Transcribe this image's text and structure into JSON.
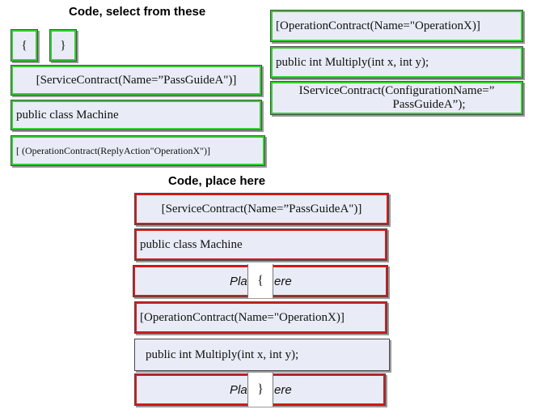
{
  "source_section": {
    "heading": "Code, select from these",
    "items": {
      "open_brace": "{",
      "close_brace": "}",
      "service_contract": "[ServiceContract(Name=”PassGuideA\")]",
      "public_class": "public class Machine",
      "operation_reply": "[ (OperationContract(ReplyAction\"OperationX\")]",
      "operation_contract": "[OperationContract(Name=\"OperationX)]",
      "multiply": "public int Multiply(int x, int y);",
      "iservice_line1": "IServiceContract(ConfigurationName=”",
      "iservice_line2": "PassGuideA”);"
    }
  },
  "target_section": {
    "heading": "Code, place here",
    "slots": {
      "service_contract": "[ServiceContract(Name=”PassGuideA\")]",
      "public_class": "public class Machine",
      "placeholder_1_left": "Pla",
      "placeholder_1_brace": "{",
      "placeholder_1_right": "ere",
      "operation_contract": "[OperationContract(Name=\"OperationX)]",
      "multiply": "public int Multiply(int x, int y);",
      "placeholder_2_left": "Pla",
      "placeholder_2_brace": "}",
      "placeholder_2_right": "ere"
    }
  },
  "colors": {
    "source_outline": "#2fd12f",
    "target_outline": "#d41a1a",
    "box_fill": "#e9ecf6"
  }
}
